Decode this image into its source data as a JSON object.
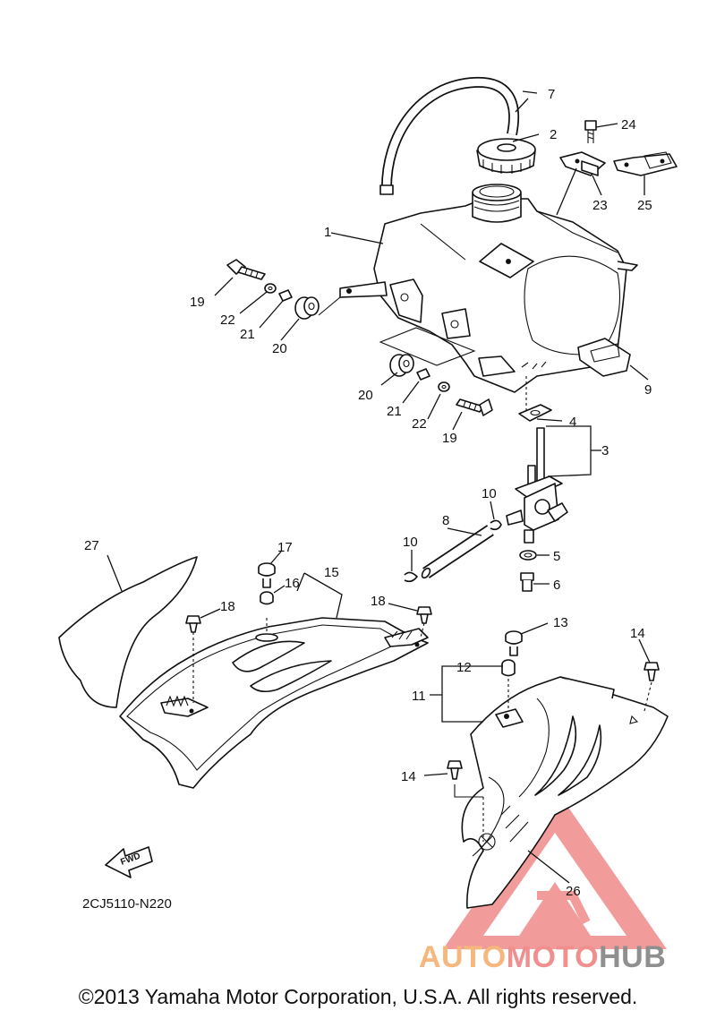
{
  "diagram": {
    "code": "2CJ5110-N220",
    "fwd_label": "FWD",
    "callouts": [
      {
        "id": "c1",
        "text": "1"
      },
      {
        "id": "c2",
        "text": "2"
      },
      {
        "id": "c3",
        "text": "3"
      },
      {
        "id": "c4",
        "text": "4"
      },
      {
        "id": "c5",
        "text": "5"
      },
      {
        "id": "c6",
        "text": "6"
      },
      {
        "id": "c7",
        "text": "7"
      },
      {
        "id": "c8",
        "text": "8"
      },
      {
        "id": "c9",
        "text": "9"
      },
      {
        "id": "c10a",
        "text": "10"
      },
      {
        "id": "c10b",
        "text": "10"
      },
      {
        "id": "c11",
        "text": "11"
      },
      {
        "id": "c12",
        "text": "12"
      },
      {
        "id": "c13",
        "text": "13"
      },
      {
        "id": "c14a",
        "text": "14"
      },
      {
        "id": "c14b",
        "text": "14"
      },
      {
        "id": "c15",
        "text": "15"
      },
      {
        "id": "c16",
        "text": "16"
      },
      {
        "id": "c17",
        "text": "17"
      },
      {
        "id": "c18a",
        "text": "18"
      },
      {
        "id": "c18b",
        "text": "18"
      },
      {
        "id": "c19a",
        "text": "19"
      },
      {
        "id": "c19b",
        "text": "19"
      },
      {
        "id": "c20a",
        "text": "20"
      },
      {
        "id": "c20b",
        "text": "20"
      },
      {
        "id": "c21a",
        "text": "21"
      },
      {
        "id": "c21b",
        "text": "21"
      },
      {
        "id": "c22a",
        "text": "22"
      },
      {
        "id": "c22b",
        "text": "22"
      },
      {
        "id": "c23",
        "text": "23"
      },
      {
        "id": "c24",
        "text": "24"
      },
      {
        "id": "c25",
        "text": "25"
      },
      {
        "id": "c26",
        "text": "26"
      },
      {
        "id": "c27",
        "text": "27"
      }
    ]
  },
  "watermark": {
    "part1": "AUTO",
    "part2": "MOTO",
    "part3": "HUB",
    "colors": {
      "auto": "#f5b77d",
      "moto": "#f08f8f",
      "hub": "#8f8f8f",
      "triangle": "#f08a8a"
    }
  },
  "footer": {
    "copyright": "©2013 Yamaha Motor Corporation, U.S.A. All rights reserved."
  }
}
